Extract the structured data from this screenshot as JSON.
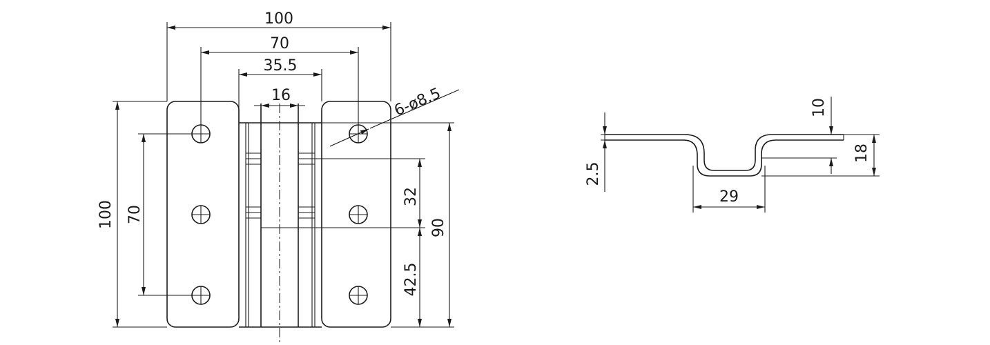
{
  "drawing": {
    "front_view": {
      "dim_overall_width": "100",
      "dim_hole_spacing_horizontal": "70",
      "dim_center_width": "35.5",
      "dim_knuckle_width": "16",
      "dim_holes": "6-ø8.5",
      "dim_overall_height": "100",
      "dim_hole_spacing_vertical": "70",
      "dim_upper_segment": "32",
      "dim_lower_segment": "42.5",
      "dim_right_height": "90"
    },
    "side_view": {
      "dim_thickness": "2.5",
      "dim_offset_small": "10",
      "dim_offset_total": "18",
      "dim_bottom_width": "29"
    }
  }
}
